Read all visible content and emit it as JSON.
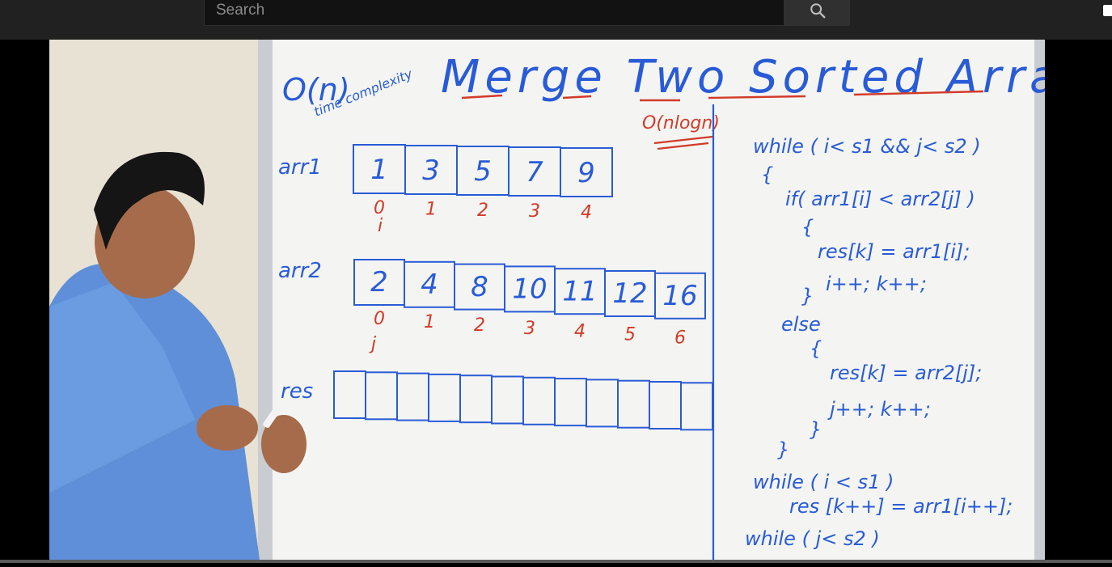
{
  "search": {
    "placeholder": "Search"
  },
  "icons": {
    "search": "search-icon",
    "add": "add-icon"
  },
  "video": {
    "board": {
      "title": "Merge Two Sorted Arrays",
      "complexity_time": "O(n)",
      "complexity_note": "time complexity",
      "complexity_nlogn": "O(nlogn)",
      "arr1": {
        "label": "arr1",
        "values": [
          "1",
          "3",
          "5",
          "7",
          "9"
        ],
        "indices": [
          "0",
          "1",
          "2",
          "3",
          "4"
        ],
        "pointer": "i"
      },
      "arr2": {
        "label": "arr2",
        "values": [
          "2",
          "4",
          "8",
          "10",
          "11",
          "12",
          "16"
        ],
        "indices": [
          "0",
          "1",
          "2",
          "3",
          "4",
          "5",
          "6"
        ],
        "pointer": "j"
      },
      "res": {
        "label": "res",
        "cells": 12
      },
      "code": [
        "while ( i< s1 && j< s2 )",
        "{",
        "if( arr1[i] < arr2[j] )",
        "{",
        "res[k] = arr1[i];",
        "i++;   k++;",
        "}",
        "else",
        "{",
        "res[k] = arr2[j];",
        "j++;   k++;",
        "}",
        "}",
        "while ( i < s1 )",
        "res [k++] = arr1[i++];",
        "while ( j< s2 )"
      ]
    },
    "progress": 0
  },
  "colors": {
    "marker_blue": "#2a5bd7",
    "marker_red": "#d23a2a",
    "topbar": "#212121"
  }
}
